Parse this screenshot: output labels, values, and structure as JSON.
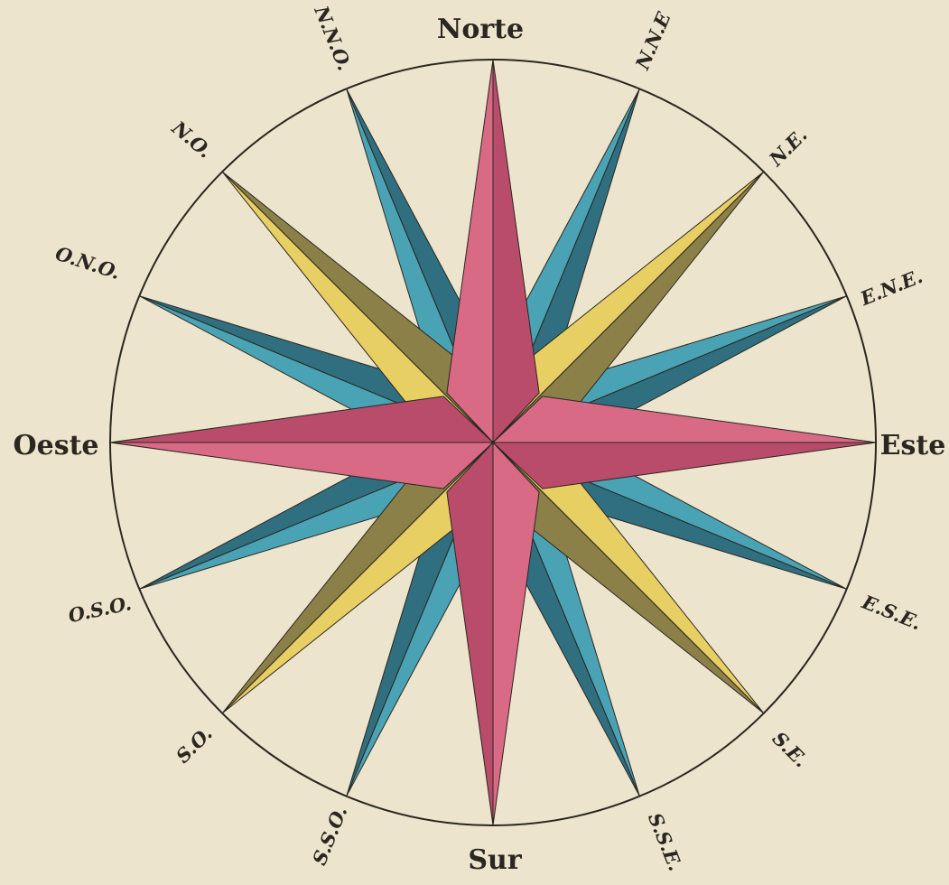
{
  "labels": {
    "north": "Norte",
    "south": "Sur",
    "east": "Este",
    "west": "Oeste",
    "nne": "N.N.E",
    "ne": "N.E.",
    "ene": "E.N.E.",
    "ese": "E.S.E.",
    "se": "S.E.",
    "sse": "S.S.E.",
    "sso": "S.S.O.",
    "so": "S.O.",
    "oso": "O.S.O.",
    "ono": "O.N.O.",
    "no": "N.O.",
    "nno": "N.N.O."
  },
  "colors": {
    "background": "#ece4cc",
    "cardinal_points": "#d96a86",
    "cardinal_shade": "#b94c6a",
    "intercardinal_points": "#e8cf63",
    "intercardinal_shade": "#8b8048",
    "minor_points": "#4aa3b4",
    "minor_shade": "#2f6f80",
    "ink": "#2a2620"
  }
}
